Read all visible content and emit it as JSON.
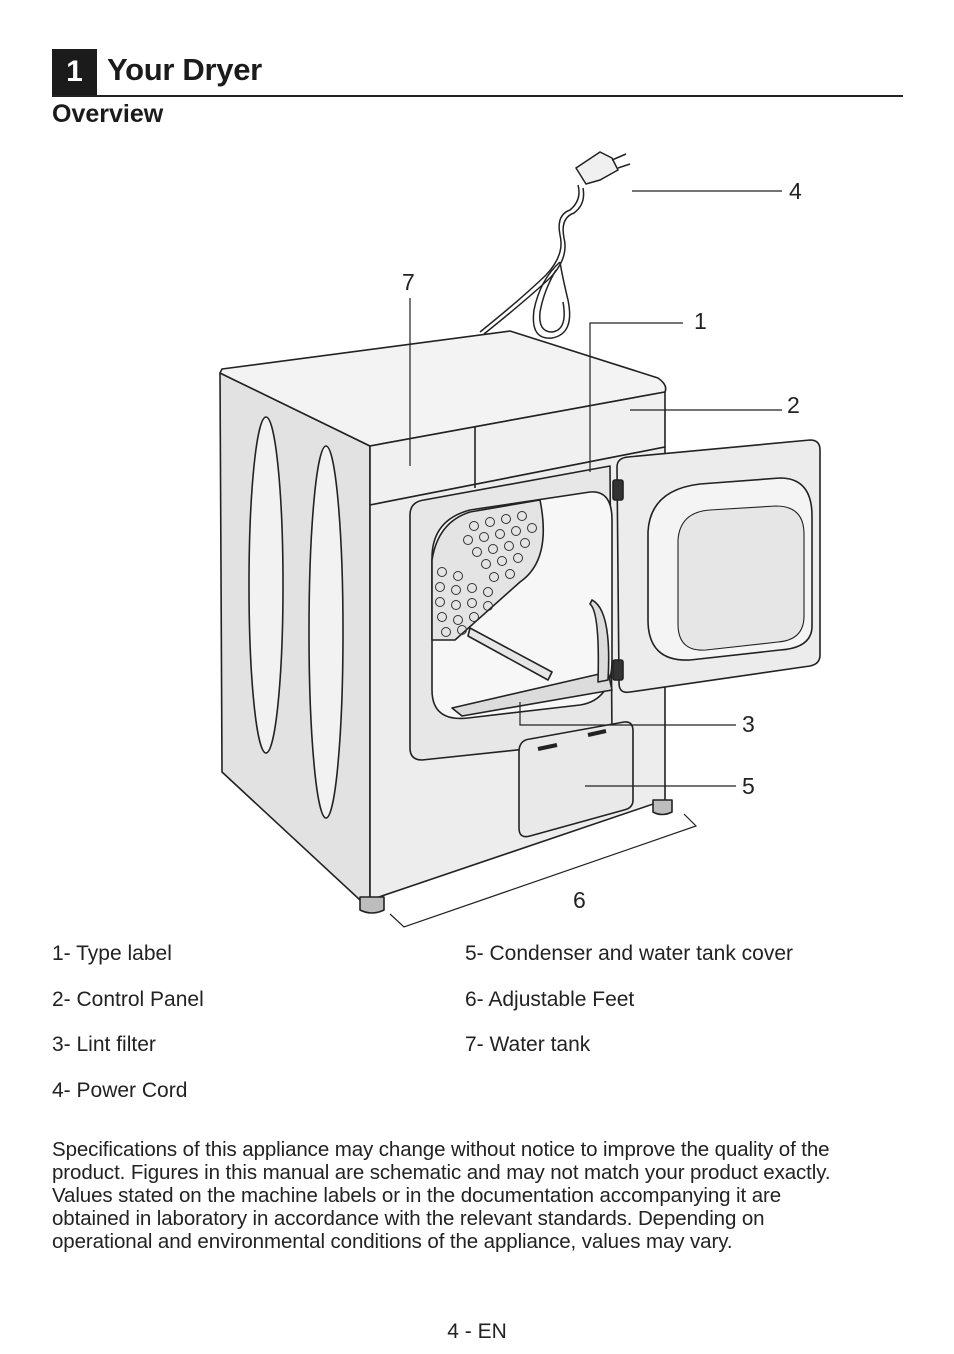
{
  "chapter": {
    "number": "1",
    "title": "Your Dryer"
  },
  "section": {
    "title": "Overview"
  },
  "callouts": [
    "1",
    "2",
    "3",
    "4",
    "5",
    "6",
    "7"
  ],
  "legend": {
    "left": [
      "1- Type label",
      "2- Control Panel",
      "3- Lint filter",
      "4- Power Cord"
    ],
    "right": [
      "5- Condenser and water tank cover",
      "6- Adjustable Feet",
      "7- Water tank"
    ]
  },
  "note_lines": [
    "Specifications of this appliance may change without notice to improve the quality of the",
    "product. Figures in this manual are schematic and may not match your product exactly.",
    "Values stated on the machine labels or in the documentation accompanying it are",
    "obtained in laboratory in accordance with the relevant standards.  Depending on",
    "operational and environmental conditions of the appliance, values may vary."
  ],
  "page_number": "4 - EN"
}
